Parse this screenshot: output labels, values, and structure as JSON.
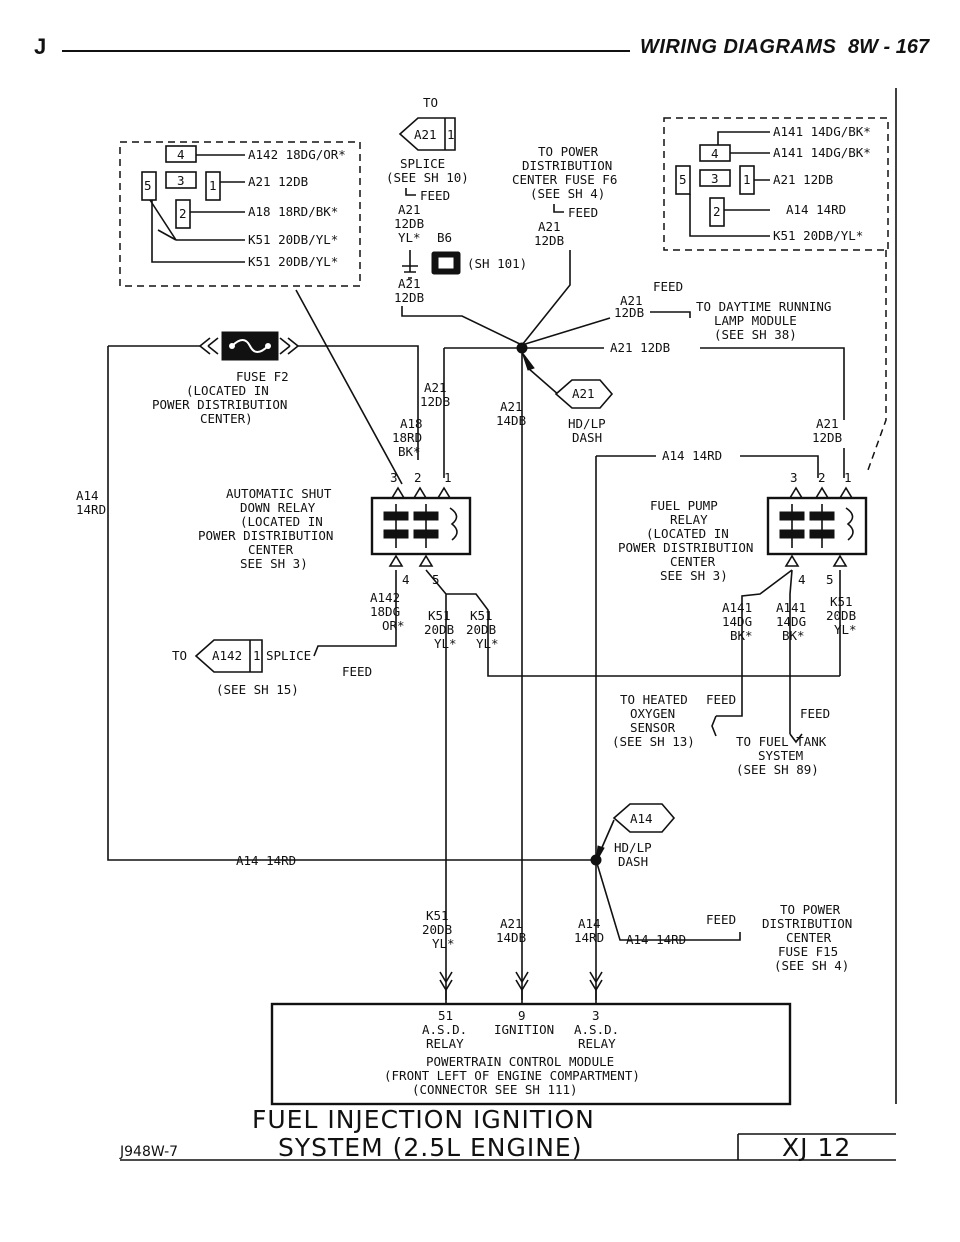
{
  "header": {
    "brand_letter": "J",
    "section_title": "WIRING DIAGRAMS",
    "page_number": "8W - 167"
  },
  "connectors": {
    "left": {
      "pins": [
        "4",
        "3",
        "1",
        "2",
        "5"
      ],
      "wires": [
        "A142 18DG/OR*",
        "A21 12DB",
        "A18 18RD/BK*",
        "K51 20DB/YL*",
        "K51 20DB/YL*"
      ]
    },
    "right": {
      "pins": [
        "4",
        "3",
        "1",
        "2",
        "5"
      ],
      "wires": [
        "A141 14DG/BK*",
        "A141 14DG/BK*",
        "A21 12DB",
        "A14 14RD",
        "K51 20DB/YL*"
      ]
    }
  },
  "top": {
    "to": "TO",
    "splice_tag": "A21",
    "splice_num": "1",
    "splice_lines": [
      "SPLICE",
      "(SEE SH 10)"
    ],
    "feed": "FEED",
    "wire_lines": [
      "A21",
      "12DB",
      "YL*"
    ],
    "b6": "B6",
    "power_dist_lines": [
      "TO POWER",
      "DISTRIBUTION",
      "CENTER FUSE F6",
      "(SEE SH 4)"
    ],
    "feed2": "FEED",
    "wire2_lines": [
      "A21",
      "12DB"
    ],
    "sh101": "(SH 101)",
    "ground_wire_lines": [
      "A21",
      "12DB"
    ]
  },
  "fuse": {
    "label_lines": [
      "FUSE F2",
      "(LOCATED IN",
      "POWER DISTRIBUTION",
      "CENTER)"
    ]
  },
  "drl": {
    "wire_lines": [
      "A21",
      "12DB"
    ],
    "feed": "FEED",
    "label_lines": [
      "TO DAYTIME RUNNING",
      "LAMP MODULE",
      "(SEE SH 38)"
    ]
  },
  "mid": {
    "a21_12db": "A21 12DB",
    "a21_12db_left_lines": [
      "A21",
      "12DB"
    ],
    "a18_lines": [
      "A18",
      "18RD",
      "BK*"
    ],
    "a21_14db_lines": [
      "A21",
      "14DB"
    ],
    "hd_tag": "A21",
    "hd_lines": [
      "HD/LP",
      "DASH"
    ],
    "a21_right_lines": [
      "A21",
      "12DB"
    ],
    "a14_14rd": "A14 14RD",
    "a14_left_lines": [
      "A14",
      "14RD"
    ]
  },
  "asd_relay": {
    "label_lines": [
      "AUTOMATIC SHUT",
      "DOWN RELAY",
      "(LOCATED IN",
      "POWER DISTRIBUTION",
      "CENTER",
      "SEE SH 3)"
    ],
    "pins_top": [
      "3",
      "2",
      "1"
    ],
    "pins_bottom": [
      "4",
      "5"
    ],
    "wire_a142_lines": [
      "A142",
      "18DG",
      "OR*"
    ],
    "wire_k51a_lines": [
      "K51",
      "20DB",
      "YL*"
    ],
    "wire_k51b_lines": [
      "K51",
      "20DB",
      "YL*"
    ]
  },
  "fuel_relay": {
    "label_lines": [
      "FUEL PUMP",
      "RELAY",
      "(LOCATED IN",
      "POWER DISTRIBUTION",
      "CENTER",
      "SEE SH 3)"
    ],
    "pins_top": [
      "3",
      "2",
      "1"
    ],
    "pins_bottom": [
      "4",
      "5"
    ],
    "wire_a141a_lines": [
      "A141",
      "14DG",
      "BK*"
    ],
    "wire_a141b_lines": [
      "A141",
      "14DG",
      "BK*"
    ],
    "wire_k51_lines": [
      "K51",
      "20DB",
      "YL*"
    ]
  },
  "splice2": {
    "to": "TO",
    "tag": "A142",
    "num": "1",
    "word": "SPLICE",
    "feed": "FEED",
    "see": "(SEE SH 15)"
  },
  "o2": {
    "label_lines": [
      "TO HEATED",
      "OXYGEN",
      "SENSOR",
      "(SEE SH 13)"
    ],
    "feed": "FEED"
  },
  "fueltank": {
    "feed": "FEED",
    "label_lines": [
      "TO FUEL TANK",
      "SYSTEM",
      "(SEE SH 89)"
    ]
  },
  "lower": {
    "a14_tag": "A14",
    "hd_lines": [
      "HD/LP",
      "DASH"
    ],
    "a14_14rd": "A14 14RD",
    "k51_lines": [
      "K51",
      "20DB",
      "YL*"
    ],
    "a21_lines": [
      "A21",
      "14DB"
    ],
    "a14_lines": [
      "A14",
      "14RD"
    ],
    "a14_14rd_right": "A14 14RD",
    "feed": "FEED",
    "pd_lines": [
      "TO POWER",
      "DISTRIBUTION",
      "CENTER",
      "FUSE F15",
      "(SEE SH 4)"
    ]
  },
  "pcm": {
    "pins": [
      {
        "num": "51",
        "lines": [
          "A.S.D.",
          "RELAY"
        ]
      },
      {
        "num": "9",
        "lines": [
          "IGNITION"
        ]
      },
      {
        "num": "3",
        "lines": [
          "A.S.D.",
          "RELAY"
        ]
      }
    ],
    "label_lines": [
      "POWERTRAIN CONTROL MODULE",
      "(FRONT LEFT OF ENGINE COMPARTMENT)",
      "(CONNECTOR SEE SH 111)"
    ]
  },
  "footer": {
    "title_lines": [
      "FUEL INJECTION IGNITION",
      "SYSTEM (2.5L ENGINE)"
    ],
    "code": "J948W-7",
    "model": "XJ 12"
  }
}
